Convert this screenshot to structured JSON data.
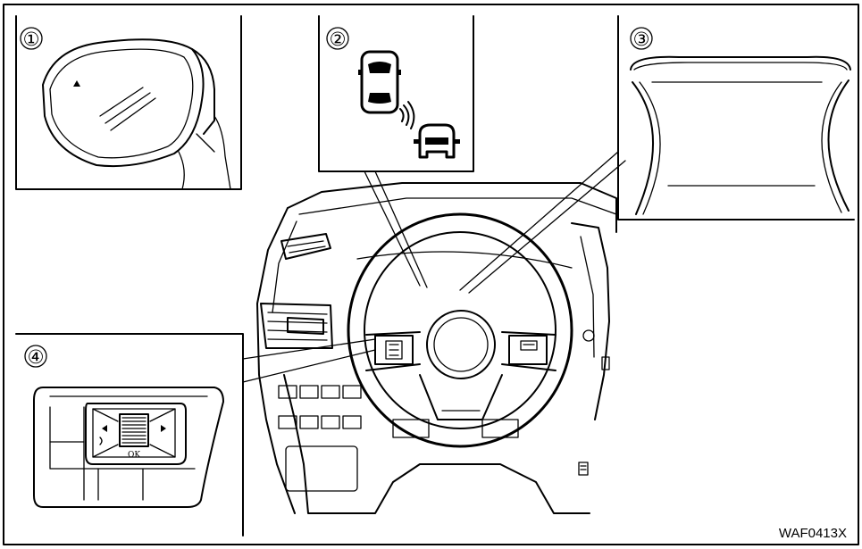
{
  "callouts": {
    "c1": "①",
    "c2": "②",
    "c3": "③",
    "c4": "④"
  },
  "switch_label": "OK",
  "figure_code": "WAF0413X",
  "colors": {
    "line": "#000000",
    "background": "#ffffff"
  }
}
